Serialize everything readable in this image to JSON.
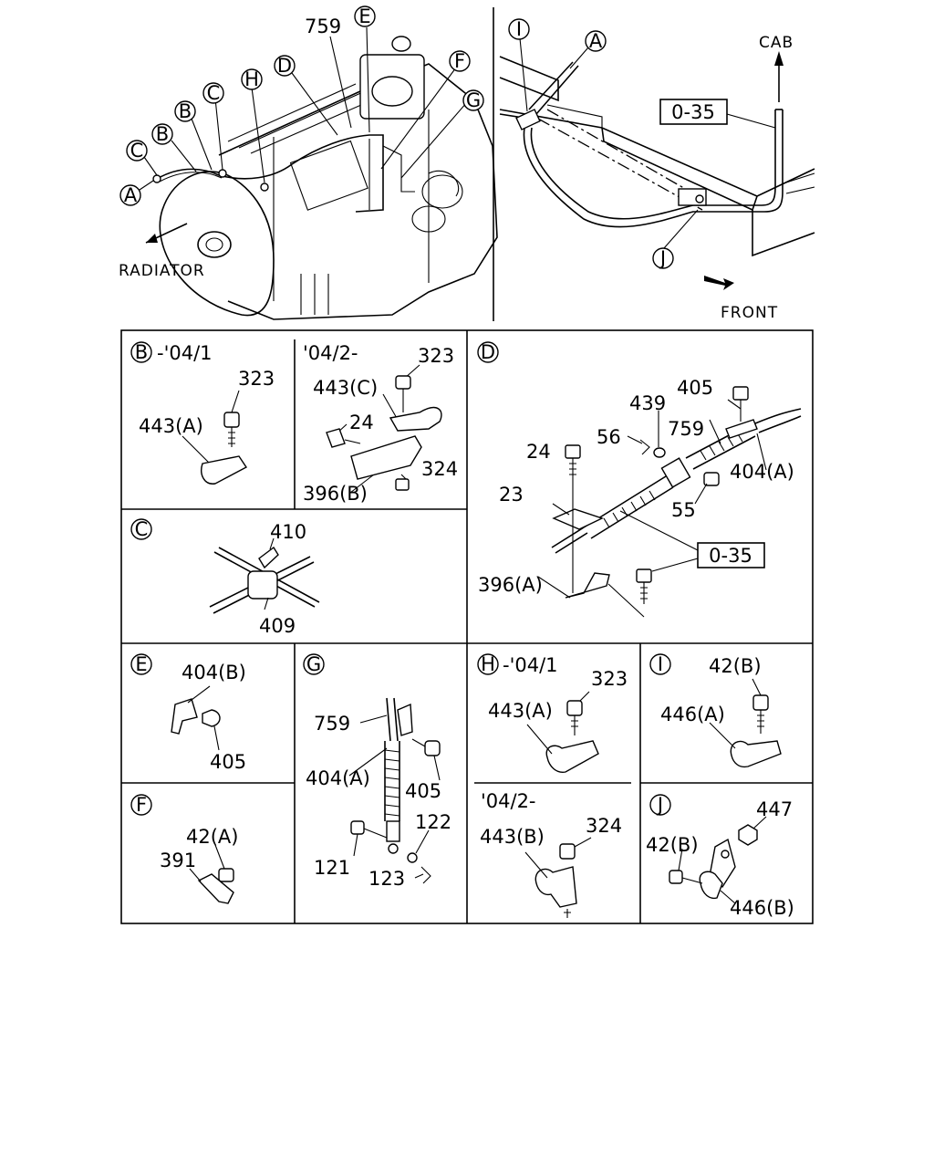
{
  "overview": {
    "engine": {
      "direction_label": "RADIATOR",
      "callouts": [
        "A",
        "C",
        "B",
        "B",
        "C",
        "H",
        "D",
        "E",
        "F",
        "G"
      ],
      "part_label": "759"
    },
    "frame": {
      "cab_label": "CAB",
      "front_label": "FRONT",
      "ref_box": "0-35",
      "callouts": [
        "I",
        "A",
        "J"
      ]
    }
  },
  "panels": {
    "B_early": {
      "circle": "B",
      "title": "-'04/1",
      "parts": [
        "323",
        "443(A)"
      ]
    },
    "B_late": {
      "title": "'04/2-",
      "parts": [
        "323",
        "443(C)",
        "24",
        "324",
        "396(B)"
      ]
    },
    "C": {
      "circle": "C",
      "parts": [
        "410",
        "409"
      ]
    },
    "D": {
      "circle": "D",
      "parts": [
        "405",
        "439",
        "56",
        "759",
        "24",
        "404(A)",
        "23",
        "55",
        "396(A)"
      ],
      "ref_box": "0-35"
    },
    "E": {
      "circle": "E",
      "parts": [
        "404(B)",
        "405"
      ]
    },
    "F": {
      "circle": "F",
      "parts": [
        "42(A)",
        "391"
      ]
    },
    "G": {
      "circle": "G",
      "parts": [
        "759",
        "404(A)",
        "405",
        "122",
        "121",
        "123"
      ]
    },
    "H_early": {
      "circle": "H",
      "title": "-'04/1",
      "parts": [
        "323",
        "443(A)"
      ]
    },
    "H_late": {
      "title": "'04/2-",
      "parts": [
        "324",
        "443(B)"
      ]
    },
    "I": {
      "circle": "I",
      "parts": [
        "42(B)",
        "446(A)"
      ]
    },
    "J": {
      "circle": "J",
      "parts": [
        "447",
        "42(B)",
        "446(B)"
      ]
    }
  }
}
